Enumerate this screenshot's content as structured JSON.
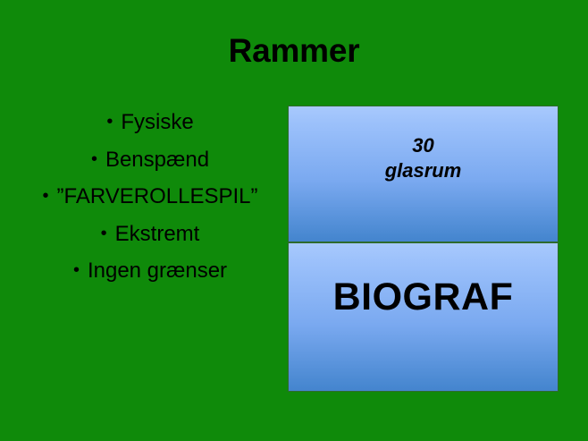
{
  "slide": {
    "background_color": "#0f8a0a",
    "title": "Rammer",
    "title_color": "#000000"
  },
  "bullets": {
    "items": [
      {
        "marker": "•",
        "label": "Fysiske"
      },
      {
        "marker": "•",
        "label": "Benspænd"
      },
      {
        "marker": "•",
        "label": "”FARVEROLLESPIL”"
      },
      {
        "marker": "•",
        "label": "Ekstremt"
      },
      {
        "marker": "•",
        "label": "Ingen grænser"
      }
    ]
  },
  "diagram": {
    "gradient_top_color": "#a8c9fc",
    "gradient_bottom_color": "#4584ce",
    "border_color": "#2e6b2c",
    "boxes": [
      {
        "line1": "30",
        "line2": "glasrum"
      },
      {
        "label": "BIOGRAF"
      }
    ]
  }
}
